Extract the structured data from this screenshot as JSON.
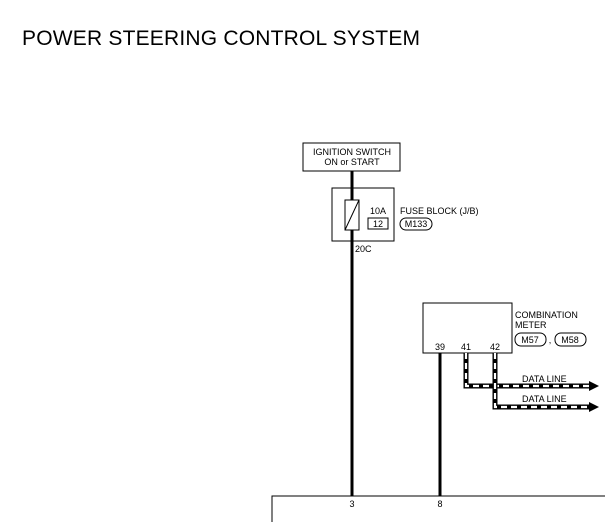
{
  "title": "POWER STEERING CONTROL SYSTEM",
  "ignition_switch": {
    "line1": "IGNITION SWITCH",
    "line2": "ON or START"
  },
  "fuse_block": {
    "amperage": "10A",
    "fuse_number": "12",
    "label": "FUSE BLOCK (J/B)",
    "connector": "M133",
    "terminal": "20C"
  },
  "combination_meter": {
    "label_line1": "COMBINATION",
    "label_line2": "METER",
    "connectors": [
      "M57",
      "M58"
    ],
    "separator": ",",
    "pins": [
      "39",
      "41",
      "42"
    ]
  },
  "data_lines": [
    "DATA LINE",
    "DATA LINE"
  ],
  "control_unit_pins": [
    "3",
    "8"
  ]
}
